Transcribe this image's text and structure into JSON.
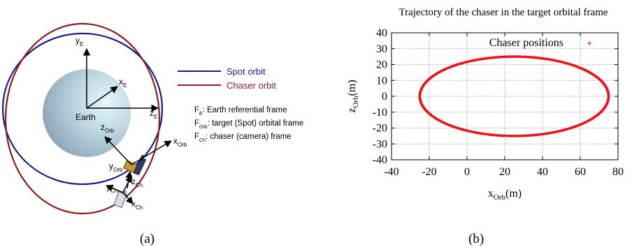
{
  "panel_a": {
    "caption": "(a)",
    "legend": [
      {
        "label": "Spot orbit",
        "color": "#1a1a8c"
      },
      {
        "label": "Chaser orbit",
        "color": "#8b1a1a"
      }
    ],
    "earth_label": "Earth",
    "axes": {
      "yE": {
        "main": "y",
        "sub": "E"
      },
      "xE": {
        "main": "x",
        "sub": "E"
      },
      "zE": {
        "main": "z",
        "sub": "E"
      },
      "zOrb": {
        "main": "z",
        "sub": "Orb"
      },
      "xOrb": {
        "main": "x",
        "sub": "Orb"
      },
      "yOrb": {
        "main": "y",
        "sub": "Orb"
      },
      "zCh": {
        "main": "z",
        "sub": "Ch"
      },
      "yCh": {
        "main": "y",
        "sub": "Ch"
      },
      "xCh": {
        "main": "x",
        "sub": "Ch"
      }
    },
    "frames": [
      {
        "main": "F",
        "sub": "E",
        "text": ": Earth referential frame"
      },
      {
        "main": "F",
        "sub": "Orb",
        "text": ": target (Spot) orbital frame"
      },
      {
        "main": "F",
        "sub": "Ch",
        "text": ": chaser (camera) frame"
      }
    ],
    "colors": {
      "spot": "#1a1a8c",
      "chaser": "#8b1a1a",
      "earth": "#9fb8c8"
    }
  },
  "panel_b": {
    "caption": "(b)",
    "title": "Trajectory of the chaser in the target orbital frame",
    "legend_label": "Chaser positions",
    "xlabel_main": "x",
    "xlabel_sub": "Orb",
    "xlabel_unit": "(m)",
    "ylabel_main": "z",
    "ylabel_sub": "Orb",
    "ylabel_unit": "(m)",
    "colors": {
      "series": "#e8141e"
    }
  },
  "chart_data": {
    "type": "scatter",
    "title": "Trajectory of the chaser in the target orbital frame",
    "xlabel": "xOrb(m)",
    "ylabel": "zOrb(m)",
    "xlim": [
      -40,
      80
    ],
    "ylim": [
      -40,
      40
    ],
    "xticks": [
      -40,
      -20,
      0,
      20,
      40,
      60,
      80
    ],
    "yticks": [
      -40,
      -30,
      -20,
      -10,
      0,
      10,
      20,
      30,
      40
    ],
    "grid": true,
    "legend_position": "top-right",
    "series": [
      {
        "name": "Chaser positions",
        "color": "#e8141e",
        "shape": "ellipse",
        "center": [
          25,
          0
        ],
        "x_range": [
          -25,
          75
        ],
        "z_range": [
          -25,
          25
        ]
      }
    ]
  }
}
